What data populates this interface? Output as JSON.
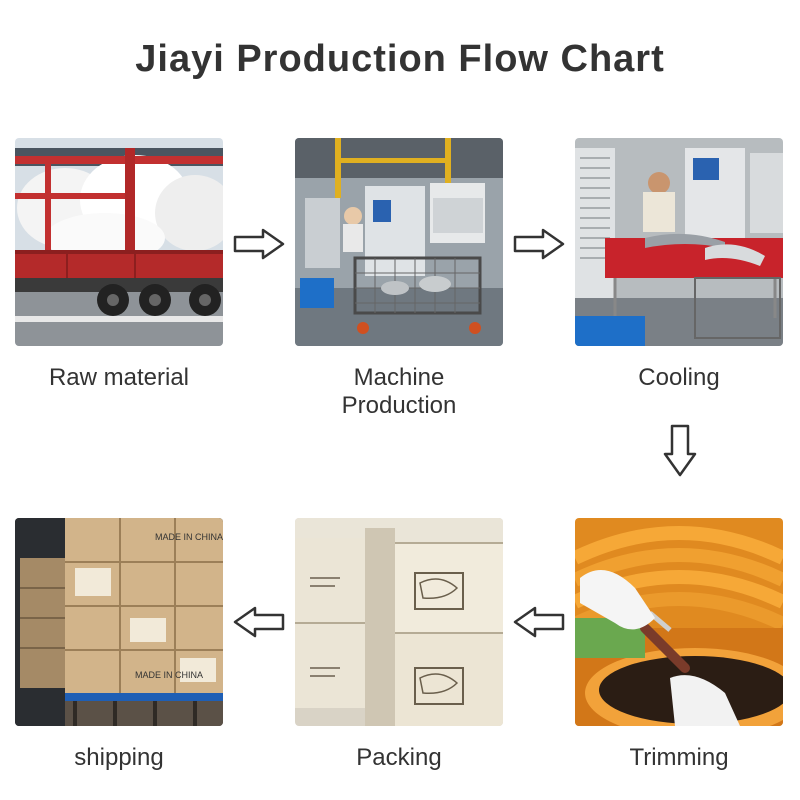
{
  "title": "Jiayi Production Flow Chart",
  "steps": [
    {
      "label": "Raw material"
    },
    {
      "label": "Machine\nProduction"
    },
    {
      "label": "Cooling"
    },
    {
      "label": "Trimming"
    },
    {
      "label": "Packing"
    },
    {
      "label": "shipping"
    }
  ],
  "box_text": "MADE IN CHINA",
  "icons": [
    "arrow-right-icon",
    "arrow-down-icon",
    "arrow-left-icon"
  ]
}
